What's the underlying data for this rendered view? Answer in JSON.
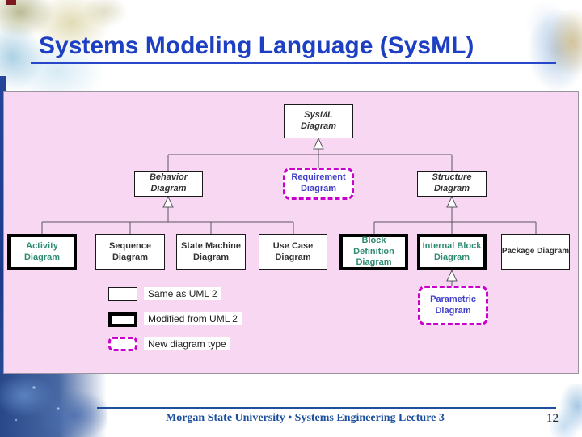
{
  "slide": {
    "title": "Systems Modeling Language (SysML)",
    "footer_text": "Morgan State University • Systems Engineering Lecture 3",
    "page_number": "12"
  },
  "diagram": {
    "root": "SysML Diagram",
    "branches": [
      "Behavior Diagram",
      "Requirement Diagram",
      "Structure Diagram"
    ],
    "leaves": [
      "Activity Diagram",
      "Sequence Diagram",
      "State Machine Diagram",
      "Use Case Diagram",
      "Block Definition Diagram",
      "Internal Block Diagram",
      "Package Diagram"
    ],
    "sub_leaf": "Parametric Diagram"
  },
  "legend": {
    "items": [
      {
        "style": "plain",
        "label": "Same as UML 2"
      },
      {
        "style": "thick-border",
        "label": "Modified from UML 2"
      },
      {
        "style": "dashed-magenta",
        "label": "New diagram type"
      }
    ]
  },
  "colors": {
    "title_blue": "#1d3fc2",
    "footer_blue": "#1d4f9e",
    "panel_pink": "#f8d7f2",
    "new_type_magenta": "#cc00cc",
    "modified_text_green": "#2e8b72",
    "node_text": "#333333"
  }
}
